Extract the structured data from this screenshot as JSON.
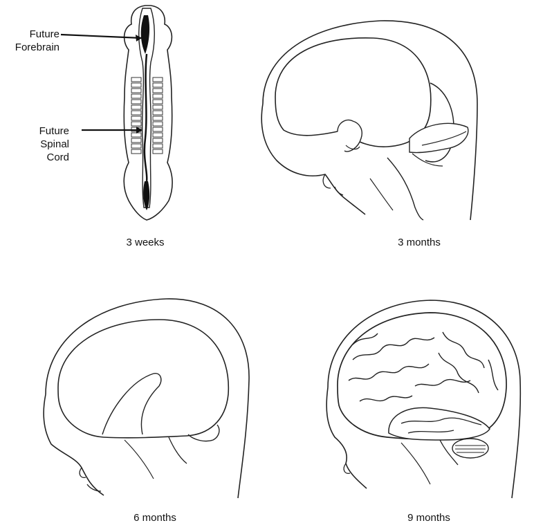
{
  "figure": {
    "panels": [
      {
        "id": "week3",
        "caption": "3 weeks"
      },
      {
        "id": "month3",
        "caption": "3 months"
      },
      {
        "id": "month6",
        "caption": "6 months"
      },
      {
        "id": "month9",
        "caption": "9 months"
      }
    ],
    "labels": {
      "forebrain": "Future\nForebrain",
      "spinal": "Future\nSpinal\nCord"
    }
  }
}
